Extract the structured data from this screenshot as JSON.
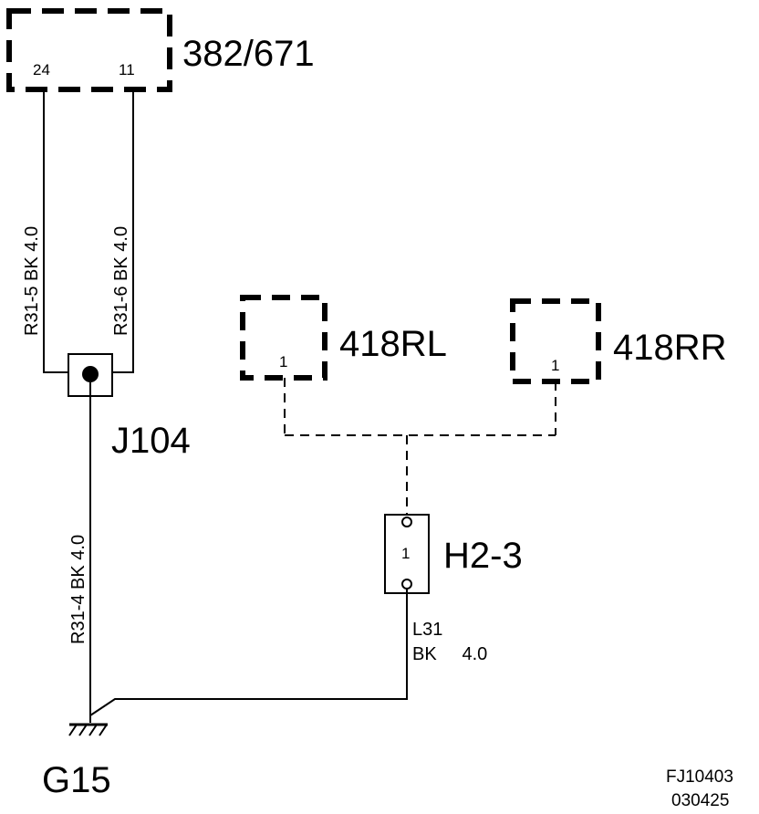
{
  "components": {
    "top": {
      "label": "382/671",
      "pin_left": "24",
      "pin_right": "11"
    },
    "rl": {
      "label": "418RL",
      "pin": "1"
    },
    "rr": {
      "label": "418RR",
      "pin": "1"
    },
    "connector": {
      "label": "H2-3",
      "pin": "1"
    },
    "junction": {
      "label": "J104"
    },
    "ground": {
      "label": "G15"
    }
  },
  "wires": {
    "w1": "R31-5  BK   4.0",
    "w2": "R31-6  BK   4.0",
    "w3": "R31-4  BK   4.0",
    "w4_line1": "L31",
    "w4_line2": "BK     4.0"
  },
  "footer": {
    "line1": "FJ10403",
    "line2": "030425"
  }
}
